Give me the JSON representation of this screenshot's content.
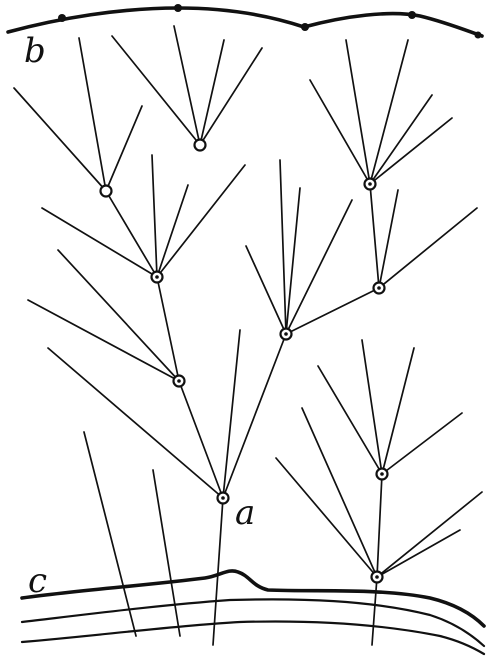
{
  "figure": {
    "labels": {
      "b": "b",
      "a": "a",
      "c": "c"
    }
  }
}
